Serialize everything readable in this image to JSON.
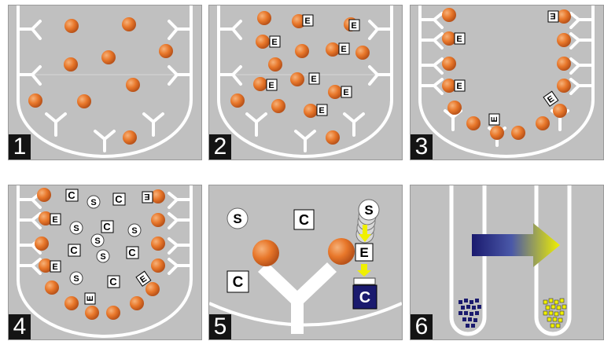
{
  "panels": [
    {
      "number": "1"
    },
    {
      "number": "2"
    },
    {
      "number": "3"
    },
    {
      "number": "4"
    },
    {
      "number": "5"
    },
    {
      "number": "6"
    }
  ],
  "labels": {
    "e": "E",
    "c": "C",
    "s": "S"
  },
  "colors": {
    "background": "#c0c0c0",
    "bead": "#e8772a",
    "antibody": "#ffffff",
    "number_box": "#141414",
    "capture_dark": "#1a1a6e",
    "arrow_start": "#1a1a6e",
    "arrow_end": "#f0f000"
  }
}
